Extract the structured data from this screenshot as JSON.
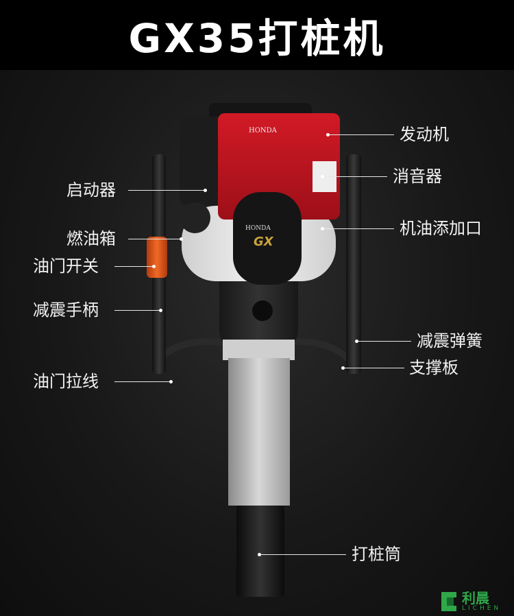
{
  "title": "GX35打桩机",
  "labels": {
    "engine": "发动机",
    "muffler": "消音器",
    "starter": "启动器",
    "oil_filler": "机油添加口",
    "fuel_tank": "燃油箱",
    "throttle_switch": "油门开关",
    "damping_handle": "减震手柄",
    "damping_spring": "减震弹簧",
    "support_plate": "支撑板",
    "throttle_cable": "油门拉线",
    "piling_sleeve": "打桩筒"
  },
  "engine_brand": "HONDA",
  "engine_model": "GX",
  "logo": {
    "cn": "利晨",
    "en": "LICHEN"
  },
  "colors": {
    "engine_red": "#b3111c",
    "throttle_orange": "#e8561c",
    "logo_green": "#2fa84a"
  }
}
